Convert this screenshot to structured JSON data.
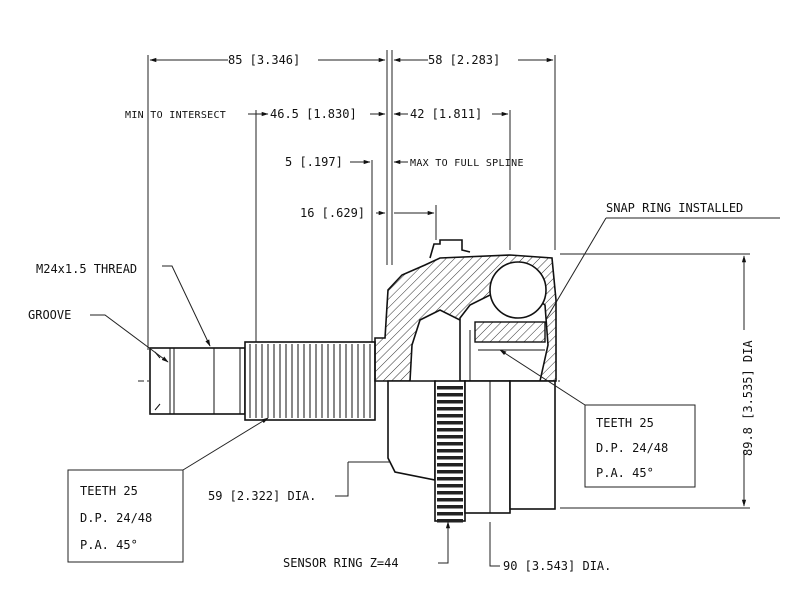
{
  "dimensions": {
    "overall_left": "85 [3.346]",
    "overall_right": "58 [2.283]",
    "min_to_intersect_label": "MIN TO INTERSECT",
    "min_to_intersect_value": "46.5 [1.830]",
    "spline_len": "42 [1.811]",
    "max_full_spline_value": "5 [.197]",
    "max_full_spline_label": "MAX TO FULL SPLINE",
    "dim_16": "16 [.629]",
    "seal_dia": "59 [2.322] DIA.",
    "outer_dia": "89.8 [3.535] DIA",
    "body_dia": "90 [3.543] DIA."
  },
  "labels": {
    "thread": "M24x1.5 THREAD",
    "groove": "GROOVE",
    "snap_ring": "SNAP RING INSTALLED",
    "sensor_ring": "SENSOR RING Z=44"
  },
  "spec_left": [
    "TEETH 25",
    "D.P. 24/48",
    "P.A. 45°"
  ],
  "spec_right": [
    "TEETH 25",
    "D.P. 24/48",
    "P.A. 45°"
  ]
}
